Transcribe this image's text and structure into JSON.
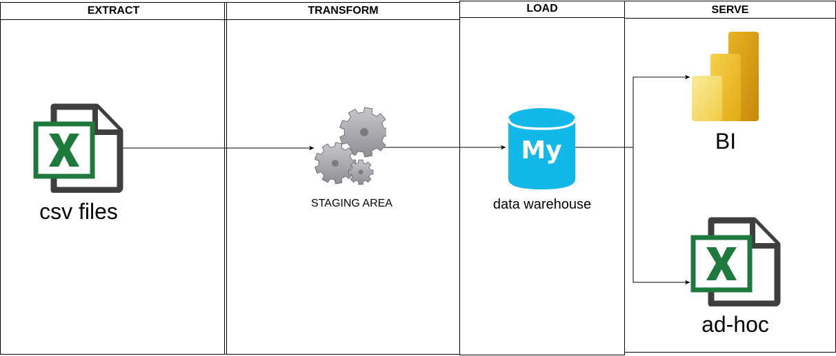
{
  "lanes": {
    "extract": "EXTRACT",
    "transform": "TRANSFORM",
    "load": "LOAD",
    "serve": "SERVE"
  },
  "nodes": {
    "source": {
      "label": "csv files",
      "icon": "excel-file-icon"
    },
    "staging": {
      "label": "STAGING AREA",
      "icon": "gears-icon"
    },
    "warehouse": {
      "label": "data warehouse",
      "icon": "mysql-database-icon",
      "badge": "My"
    },
    "bi": {
      "label": "BI",
      "icon": "power-bi-icon"
    },
    "adhoc": {
      "label": "ad-hoc",
      "icon": "excel-file-icon"
    }
  },
  "colors": {
    "excel_green": "#1d7a3c",
    "file_outline": "#3f3f3f",
    "gear_gray": "#9a9aa0",
    "mysql_blue": "#12b8e8",
    "powerbi_yellow_dark": "#d99a07",
    "powerbi_yellow_mid": "#f2c230",
    "powerbi_yellow_light": "#f7e07e"
  }
}
